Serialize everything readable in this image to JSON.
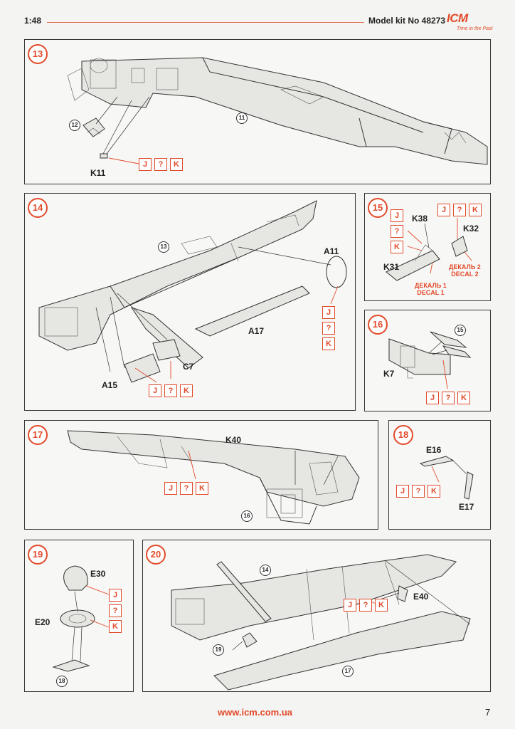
{
  "header": {
    "scale": "1:48",
    "kit": "Model kit No 48273",
    "logo": "ICM",
    "logo_tagline": "Time in the Past"
  },
  "box_labels": {
    "j": "J",
    "q": "?",
    "k": "K"
  },
  "steps": {
    "s13": {
      "num": "13",
      "callouts": [
        "12",
        "11"
      ],
      "parts": [
        "K11"
      ]
    },
    "s14": {
      "num": "14",
      "callouts": [
        "13"
      ],
      "parts": [
        "A11",
        "A17",
        "C7",
        "A15"
      ]
    },
    "s15": {
      "num": "15",
      "parts": [
        "K38",
        "K32",
        "K31"
      ],
      "decal1_ru": "ДЕКАЛЬ 1",
      "decal1_en": "DECAL 1",
      "decal2_ru": "ДЕКАЛЬ 2",
      "decal2_en": "DECAL 2"
    },
    "s16": {
      "num": "16",
      "callouts": [
        "15"
      ],
      "parts": [
        "K7"
      ]
    },
    "s17": {
      "num": "17",
      "callouts": [
        "16"
      ],
      "parts": [
        "K40"
      ]
    },
    "s18": {
      "num": "18",
      "parts": [
        "E16",
        "E17"
      ]
    },
    "s19": {
      "num": "19",
      "callouts": [
        "18"
      ],
      "parts": [
        "E30",
        "E20"
      ]
    },
    "s20": {
      "num": "20",
      "callouts": [
        "14",
        "19",
        "17"
      ],
      "parts": [
        "E40"
      ]
    }
  },
  "footer": {
    "url": "www.icm.com.ua",
    "page": "7"
  },
  "colors": {
    "accent": "#e24a2a",
    "line": "#333333"
  }
}
